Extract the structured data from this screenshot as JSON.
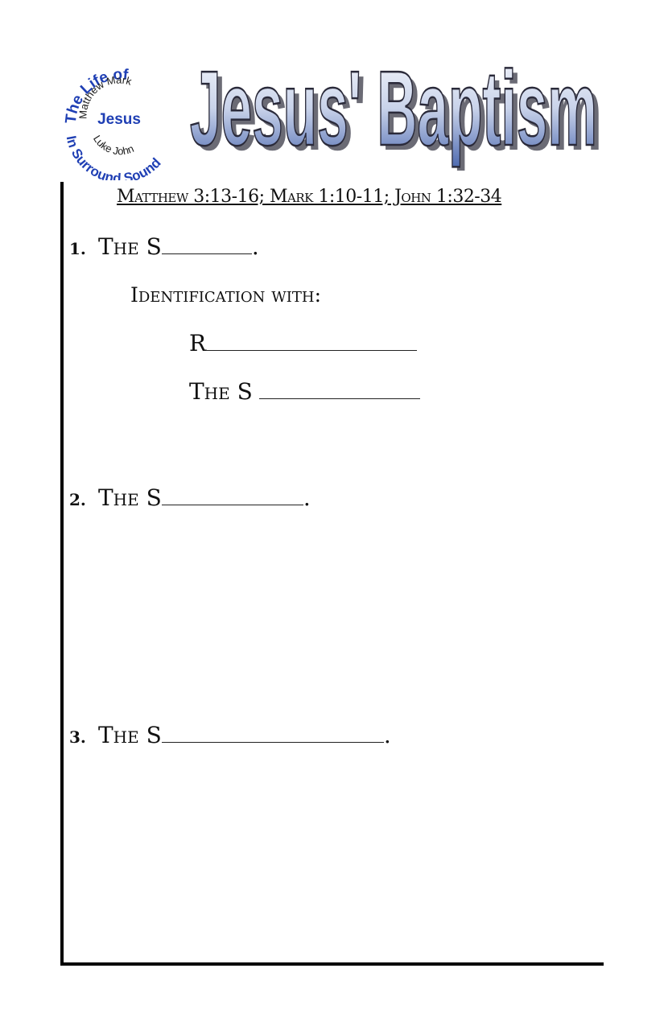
{
  "logo": {
    "top_arc": "The Life of",
    "inner_arc": "Matthew Mark",
    "center": "Jesus",
    "inner_bottom": "Luke John",
    "bottom_arc": "In Surround Sound",
    "colors": {
      "outer_text": "#1f3fb4",
      "inner_text": "#1a1a1a"
    }
  },
  "title": {
    "text": "Jesus' Baptism",
    "colors": {
      "top": "#f6f8fc",
      "bottom": "#4e6ab0",
      "outline": "#2a2a3a",
      "shadow": "#6b6b75"
    }
  },
  "references": "Matthew 3:13-16; Mark 1:10-11; John 1:32-34",
  "points": [
    {
      "number": "1.",
      "text": "The S",
      "end": "."
    },
    {
      "number": "2.",
      "text": "The S",
      "end": "."
    },
    {
      "number": "3.",
      "text": "The S",
      "end": "."
    }
  ],
  "identification": {
    "label": "Identification with:",
    "lines": [
      {
        "prefix": "R"
      },
      {
        "prefix": "The S"
      }
    ]
  }
}
